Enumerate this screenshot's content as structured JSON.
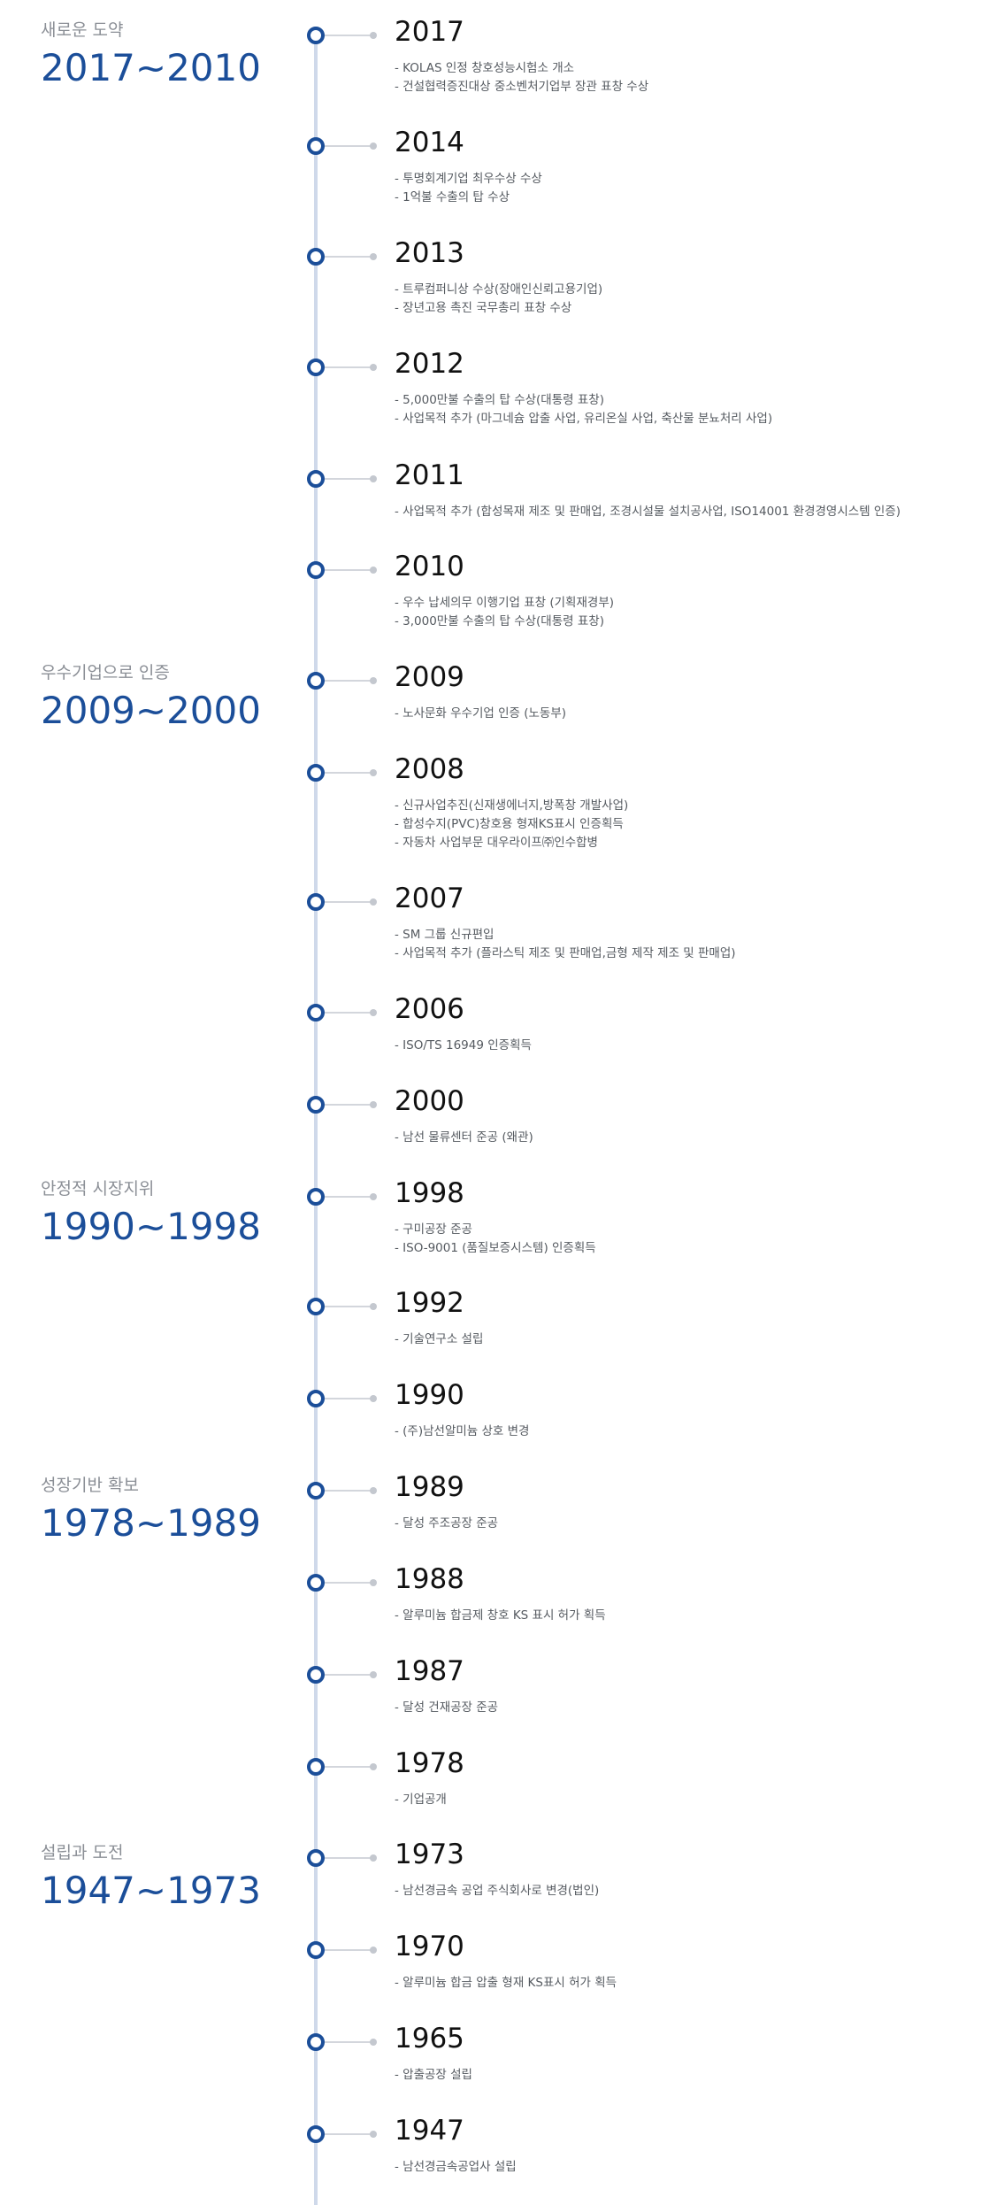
{
  "eras": [
    {
      "label": "새로운 도약",
      "range": "2017~2010"
    },
    {
      "label": "우수기업으로 인증",
      "range": "2009~2000"
    },
    {
      "label": "안정적 시장지위",
      "range": "1990~1998"
    },
    {
      "label": "성장기반 확보",
      "range": "1978~1989"
    },
    {
      "label": "설립과 도전",
      "range": "1947~1973"
    }
  ],
  "entries": [
    {
      "year": "2017",
      "items": [
        "- KOLAS 인정 창호성능시험소 개소",
        "- 건설협력증진대상 중소벤처기업부 장관 표창 수상"
      ]
    },
    {
      "year": "2014",
      "items": [
        "- 투명회계기업 최우수상 수상",
        "- 1억불 수출의 탑 수상"
      ]
    },
    {
      "year": "2013",
      "items": [
        "- 트루컴퍼니상 수상(장애인신뢰고용기업)",
        "- 장년고용 촉진 국무총리 표창 수상"
      ]
    },
    {
      "year": "2012",
      "items": [
        "- 5,000만불 수출의 탑 수상(대통령 표창)",
        "- 사업목적 추가 (마그네슘 압출 사업, 유리온실 사업, 축산물 분뇨처리 사업)"
      ]
    },
    {
      "year": "2011",
      "items": [
        "- 사업목적 추가 (합성목재 제조 및 판매업, 조경시설물 설치공사업, ISO14001 환경경영시스템 인증)"
      ]
    },
    {
      "year": "2010",
      "items": [
        "- 우수 납세의무 이행기업 표창 (기획재경부)",
        "- 3,000만불 수출의 탑 수상(대통령 표창)"
      ]
    },
    {
      "year": "2009",
      "items": [
        "- 노사문화 우수기업 인증 (노동부)"
      ]
    },
    {
      "year": "2008",
      "items": [
        "- 신규사업추진(신재생에너지,방폭창 개발사업)",
        "- 합성수지(PVC)창호용 형재KS표시 인증획득",
        "- 자동차 사업부문 대우라이프㈜인수합병"
      ]
    },
    {
      "year": "2007",
      "items": [
        "- SM 그룹 신규편입",
        "- 사업목적 추가 (플라스틱 제조 및 판매업,금형 제작 제조 및 판매업)"
      ]
    },
    {
      "year": "2006",
      "items": [
        "- ISO/TS 16949 인증획득"
      ]
    },
    {
      "year": "2000",
      "items": [
        "- 남선 물류센터 준공 (왜관)"
      ]
    },
    {
      "year": "1998",
      "items": [
        "- 구미공장 준공",
        "- ISO-9001 (품질보증시스템) 인증획득"
      ]
    },
    {
      "year": "1992",
      "items": [
        "- 기술연구소 설립"
      ]
    },
    {
      "year": "1990",
      "items": [
        "- (주)남선알미늄 상호 변경"
      ]
    },
    {
      "year": "1989",
      "items": [
        "- 달성 주조공장 준공"
      ]
    },
    {
      "year": "1988",
      "items": [
        "- 알루미늄 합금제 창호 KS 표시 허가 획득"
      ]
    },
    {
      "year": "1987",
      "items": [
        "- 달성 건재공장 준공"
      ]
    },
    {
      "year": "1978",
      "items": [
        "- 기업공개"
      ]
    },
    {
      "year": "1973",
      "items": [
        "- 남선경금속 공업 주식회사로 변경(법인)"
      ]
    },
    {
      "year": "1970",
      "items": [
        "- 알루미늄 합금 압출 형재 KS표시 허가 획득"
      ]
    },
    {
      "year": "1965",
      "items": [
        "- 압출공장 설립"
      ]
    },
    {
      "year": "1947",
      "items": [
        "- 남선경금속공업사 설립"
      ]
    }
  ]
}
